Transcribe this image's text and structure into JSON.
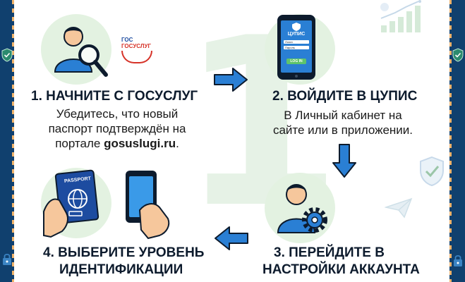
{
  "colors": {
    "navy": "#10406e",
    "accent_blue": "#2a7fd4",
    "circle_green": "#e3f2e1",
    "big_number_green": "#e6f2e6",
    "text_dark": "#0d1b2d"
  },
  "background_number": "1",
  "logo": {
    "line1": "ГОС",
    "line2": "ГОСУСЛУГ"
  },
  "steps": [
    {
      "title": "1. НАЧНИТЕ С ГОСУСЛУГ",
      "desc_line1": "Убедитесь, что новый",
      "desc_line2": "паспорт подтверждён на",
      "desc_line3_prefix": "портале ",
      "desc_line3_bold": "gosuslugi.ru",
      "desc_line3_suffix": ".",
      "icon": "user-search-icon"
    },
    {
      "title": "2. ВОЙДИТЕ В ЦУПИС",
      "desc_line1": "В Личный кабинет на",
      "desc_line2": "сайте или в приложении.",
      "icon": "phone-login-icon",
      "phone": {
        "header": "ЦУПИС",
        "field1": "Логин",
        "field2": "Пароль",
        "button": "LOG IN"
      }
    },
    {
      "title": "3. ПЕРЕЙДИТЕ В",
      "title_line2": "НАСТРОЙКИ АККАУНТА",
      "icon": "user-settings-icon"
    },
    {
      "title": "4. ВЫБЕРИТЕ УРОВЕНЬ",
      "title_line2": "ИДЕНТИФИКАЦИИ",
      "icon": "passport-phone-icon",
      "passport_label": "PASSPORT"
    }
  ]
}
